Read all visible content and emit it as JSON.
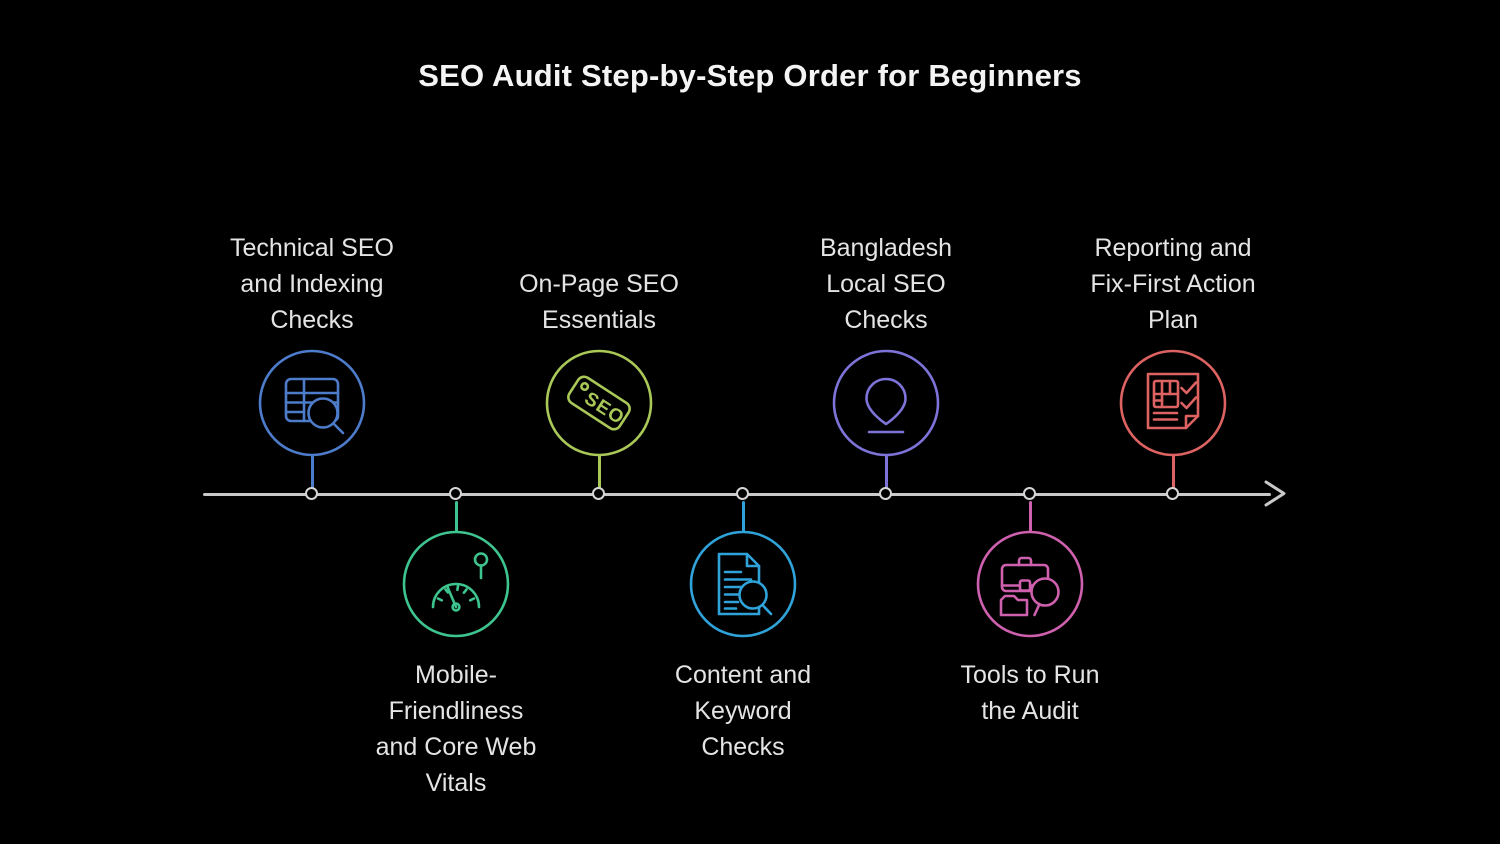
{
  "title": "SEO Audit Step-by-Step Order for Beginners",
  "timeline": {
    "direction": "left-to-right",
    "line_color": "#c9c9c9",
    "node_color": "#d6d6d6"
  },
  "steps": [
    {
      "order": 1,
      "side": "top",
      "label": "Technical SEO\nand Indexing\nChecks",
      "color": "#4d7cca",
      "icon": "table-search-icon"
    },
    {
      "order": 2,
      "side": "bottom",
      "label": "Mobile-\nFriendliness\nand Core Web\nVitals",
      "color": "#3ec48e",
      "icon": "speedometer-icon"
    },
    {
      "order": 3,
      "side": "top",
      "label": "On-Page SEO\nEssentials",
      "color": "#a9c857",
      "icon": "seo-tag-icon",
      "tag_text": "SEO"
    },
    {
      "order": 4,
      "side": "bottom",
      "label": "Content and\nKeyword\nChecks",
      "color": "#2fa3d9",
      "icon": "document-search-icon"
    },
    {
      "order": 5,
      "side": "top",
      "label": "Bangladesh\nLocal SEO\nChecks",
      "color": "#7d73d8",
      "icon": "map-pin-icon"
    },
    {
      "order": 6,
      "side": "bottom",
      "label": "Tools to Run\nthe Audit",
      "color": "#ce60ae",
      "icon": "briefcase-search-icon"
    },
    {
      "order": 7,
      "side": "top",
      "label": "Reporting and\nFix-First Action\nPlan",
      "color": "#dd6262",
      "icon": "report-checklist-icon"
    }
  ]
}
